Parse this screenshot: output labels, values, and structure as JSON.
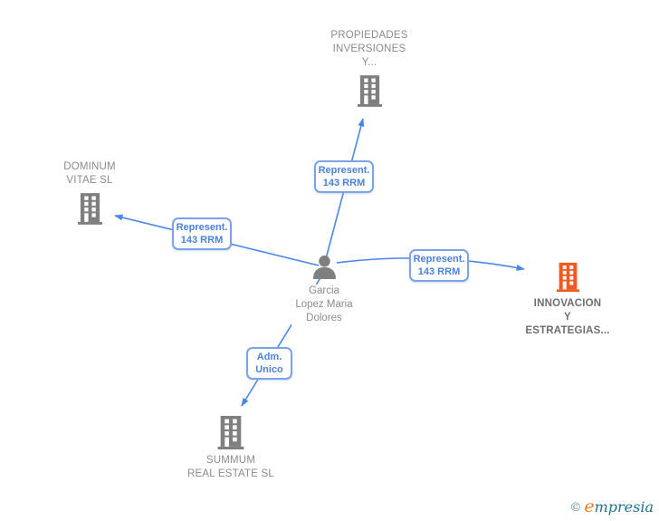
{
  "diagram": {
    "person": {
      "name": "Garcia\nLopez Maria\nDolores"
    },
    "nodes": [
      {
        "id": "propiedades",
        "label": "PROPIEDADES\nINVERSIONES\nY..."
      },
      {
        "id": "dominum",
        "label": "DOMINUM\nVITAE SL"
      },
      {
        "id": "innovacion",
        "label": "INNOVACION\nY\nESTRATEGIAS...",
        "highlighted": true
      },
      {
        "id": "summum",
        "label": "SUMMUM\nREAL ESTATE SL"
      }
    ],
    "edge_labels": [
      {
        "target": "propiedades",
        "label": "Represent.\n143 RRM"
      },
      {
        "target": "dominum",
        "label": "Represent.\n143 RRM"
      },
      {
        "target": "innovacion",
        "label": "Represent.\n143 RRM"
      },
      {
        "target": "summum",
        "label": "Adm.\nUnico"
      }
    ]
  },
  "colors": {
    "edge_blue": "#4a86e8",
    "edge_label_text": "#4b82d8",
    "edge_label_border": "#7ba4e8",
    "node_gray": "#7f7f7f",
    "node_text_gray": "#8b8b8b",
    "highlight_orange": "#f25822",
    "highlight_text": "#6e6e6e"
  },
  "watermark": {
    "symbol": "©",
    "brand_lead": "e",
    "brand_rest": "mpresia"
  }
}
